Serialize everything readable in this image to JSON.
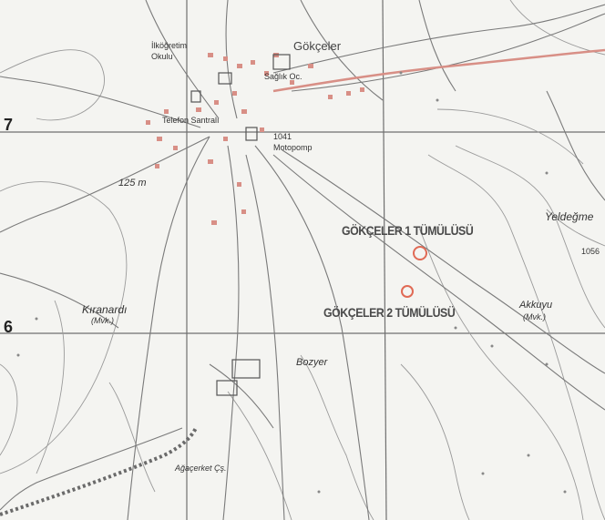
{
  "map": {
    "village": "Gökçeler",
    "labels": {
      "school": "İlköğretim",
      "school2": "Okulu",
      "health": "Sağlık Oc.",
      "mosque": "Telefon Santralı",
      "elevation": "1041",
      "motopomp": "Motopomp",
      "elev2": "125 m",
      "kiranardi": "Kıranardı",
      "kiranardi_mvk": "(Mvk.)",
      "bozyer": "Bozyer",
      "akkuyu": "Akkuyu",
      "akkuyu_mvk": "(Mvk.)",
      "yeldegme": "Yeldeğme",
      "elev3": "1056",
      "agi": "Ağaçerket Çş."
    },
    "tumuli": [
      {
        "name": "GÖKÇELER 1 TÜMÜLÜSÜ"
      },
      {
        "name": "GÖKÇELER 2 TÜMÜLÜSÜ"
      }
    ],
    "grid_labels": [
      "7",
      "6"
    ],
    "colors": {
      "marker": "#e06a55",
      "ink": "#555555",
      "paper": "#f4f4f1",
      "building": "#d88f86"
    }
  }
}
